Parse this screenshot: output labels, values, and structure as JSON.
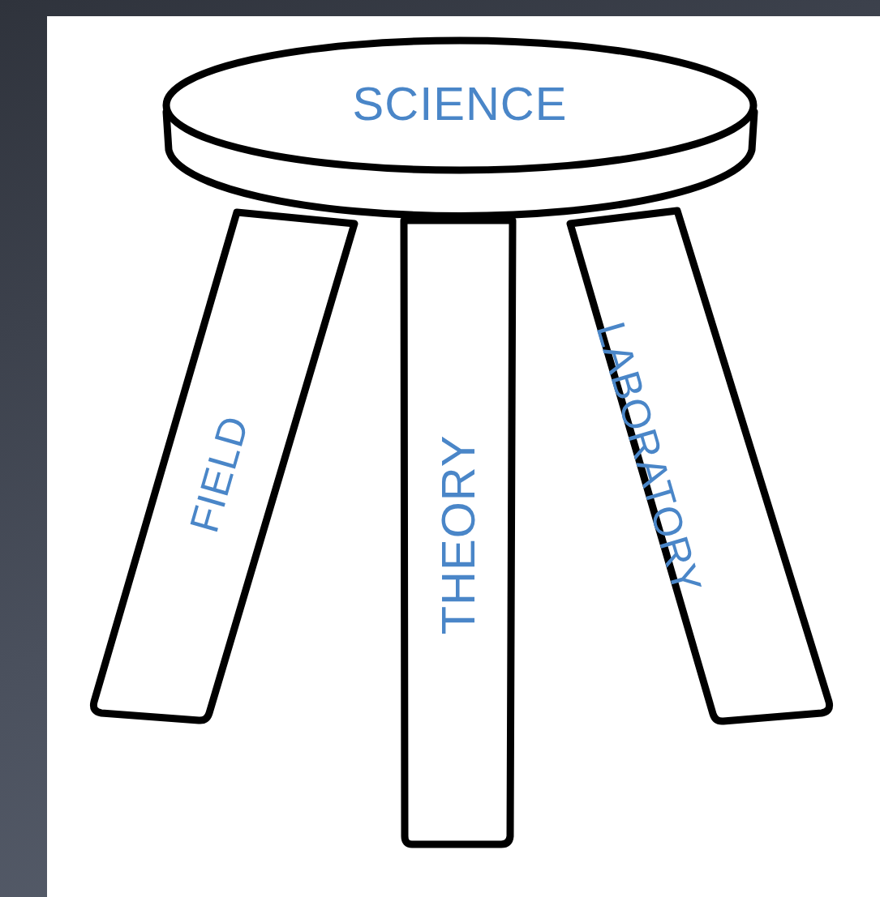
{
  "diagram": {
    "nodes": [
      {
        "text": [
          "SCIENCE"
        ]
      },
      {
        "text": [
          "FIELD"
        ]
      },
      {
        "text": [
          "THEORY"
        ]
      },
      {
        "text": [
          "LABORATORY"
        ]
      }
    ]
  }
}
